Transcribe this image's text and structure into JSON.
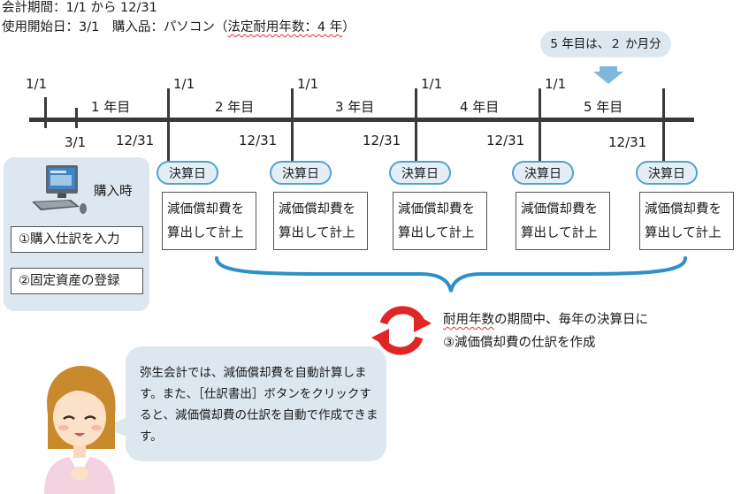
{
  "header": {
    "line1": "会計期間：1/1 から 12/31",
    "line2_prefix": "使用開始日：3/1　購入品：パソコン（",
    "line2_marked": "法定耐用年数：4 年",
    "line2_suffix": "）"
  },
  "note": "5 年目は、２ か月分",
  "timeline": {
    "years": [
      "1 年目",
      "2 年目",
      "3 年目",
      "4 年目",
      "5 年目"
    ],
    "start_label": "1/1",
    "start_use_label": "3/1",
    "period_start_label": "1/1",
    "period_end_label": "12/31"
  },
  "settlement": {
    "pill_label": "決算日",
    "box_line1": "減価償却費を",
    "box_line2": "算出して計上"
  },
  "purchase_panel": {
    "title": "購入時",
    "item1": "①購入仕訳を入力",
    "item2": "②固定資産の登録"
  },
  "cycle": {
    "line1_marked": "耐用年数",
    "line1_rest": "の期間中、毎年の決算日に",
    "line2": "③減価償却費の仕訳を作成"
  },
  "speech": {
    "text": "弥生会計では、減価償却費を自動計算します。また、［仕訳書出］ボタンをクリックすると、減価償却費の仕訳を自動で作成できます。"
  },
  "colors": {
    "accent_blue": "#4ea3d2",
    "panel_bg": "#dde7f0",
    "arrow_blue": "#7fb8de",
    "cycle_red": "#e02525",
    "squiggle_red": "#e03030"
  },
  "icons": [
    "computer-icon",
    "cycle-arrows-icon",
    "down-arrow-icon",
    "brace-icon",
    "person-illustration"
  ]
}
